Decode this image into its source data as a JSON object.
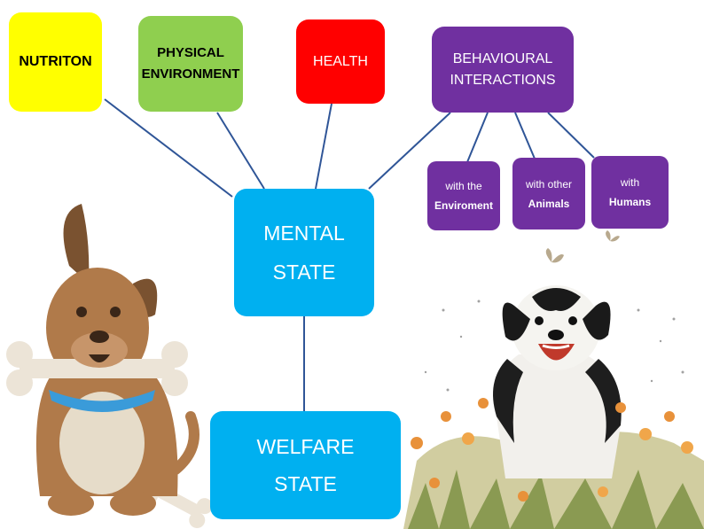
{
  "nodes": {
    "nutrition": {
      "label": "NUTRITON",
      "color": "#ffff00",
      "text_color": "#000000"
    },
    "physical": {
      "line1": "PHYSICAL",
      "line2": "ENVIRONMENT",
      "color": "#8fcf4f",
      "text_color": "#000000"
    },
    "health": {
      "label": "HEALTH",
      "color": "#ff0000",
      "text_color": "#ffffff"
    },
    "behavioural": {
      "line1": "BEHAVIOURAL",
      "line2": "INTERACTIONS",
      "color": "#7030a0",
      "text_color": "#ffffff"
    },
    "env": {
      "line1": "with the",
      "line2": "Enviroment",
      "color": "#7030a0"
    },
    "animals": {
      "line1": "with other",
      "line2": "Animals",
      "color": "#7030a0"
    },
    "humans": {
      "line1": "with",
      "line2": "Humans",
      "color": "#7030a0"
    },
    "mental": {
      "line1": "MENTAL",
      "line2": "STATE",
      "color": "#00b0f0",
      "text_color": "#ffffff"
    },
    "welfare": {
      "line1": "WELFARE",
      "line2": "STATE",
      "color": "#00b0f0",
      "text_color": "#ffffff"
    }
  },
  "connector_color": "#2f5597",
  "edges": [
    [
      "nutrition",
      "mental"
    ],
    [
      "physical",
      "mental"
    ],
    [
      "health",
      "mental"
    ],
    [
      "behavioural",
      "mental"
    ],
    [
      "behavioural",
      "env"
    ],
    [
      "behavioural",
      "animals"
    ],
    [
      "behavioural",
      "humans"
    ],
    [
      "mental",
      "welfare"
    ]
  ],
  "illustrations": {
    "left": "cartoon-dog-with-bone",
    "right": "watercolor-dog-in-flowers"
  }
}
